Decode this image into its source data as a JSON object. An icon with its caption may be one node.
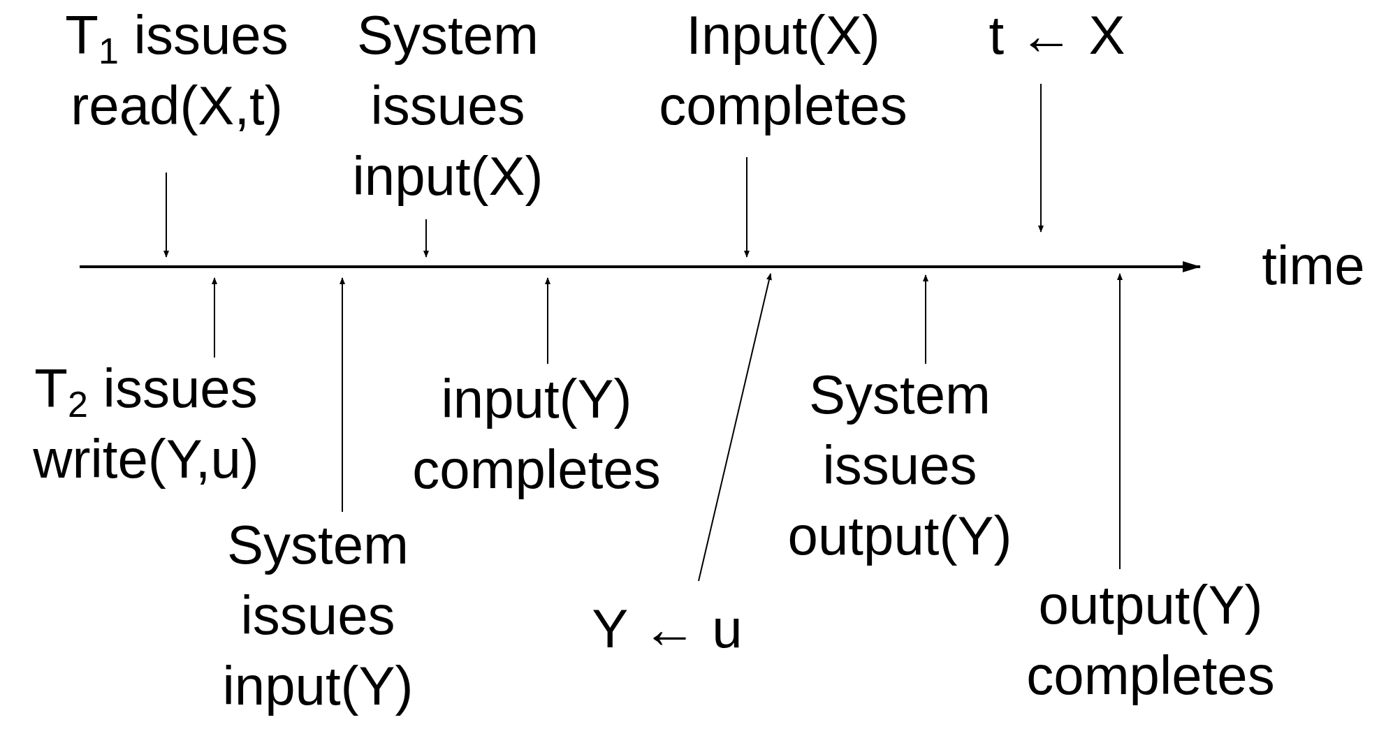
{
  "diagram": {
    "nodes": [
      {
        "text": [
          "T$_{1}$ issues read(X,t)"
        ]
      },
      {
        "text": [
          "System issues input(X)"
        ]
      },
      {
        "text": [
          "Input(X) completes"
        ]
      },
      {
        "text": [
          "t ← X"
        ]
      },
      {
        "text": [
          "T$_{2}$ issues write(Y,u)"
        ]
      },
      {
        "text": [
          "input(Y) completes"
        ]
      },
      {
        "text": [
          "System issues output(Y)"
        ]
      },
      {
        "text": [
          "System issues input(Y)"
        ]
      },
      {
        "text": [
          "Y ← u"
        ]
      },
      {
        "text": [
          "output(Y) completes"
        ]
      }
    ],
    "edges": [
      {
        "from": 0,
        "to": null,
        "arrow": "to"
      },
      {
        "from": 1,
        "to": null,
        "arrow": "to"
      },
      {
        "from": 2,
        "to": null,
        "arrow": "to"
      },
      {
        "from": 3,
        "to": null,
        "arrow": "to"
      },
      {
        "from": 4,
        "to": null,
        "arrow": "to"
      },
      {
        "from": 5,
        "to": null,
        "arrow": "to"
      },
      {
        "from": 6,
        "to": null,
        "arrow": "to"
      },
      {
        "from": 7,
        "to": null,
        "arrow": "to"
      },
      {
        "from": 8,
        "to": null,
        "arrow": "to"
      },
      {
        "from": 9,
        "to": null,
        "arrow": "to"
      }
    ],
    "labels": [
      "time"
    ]
  }
}
